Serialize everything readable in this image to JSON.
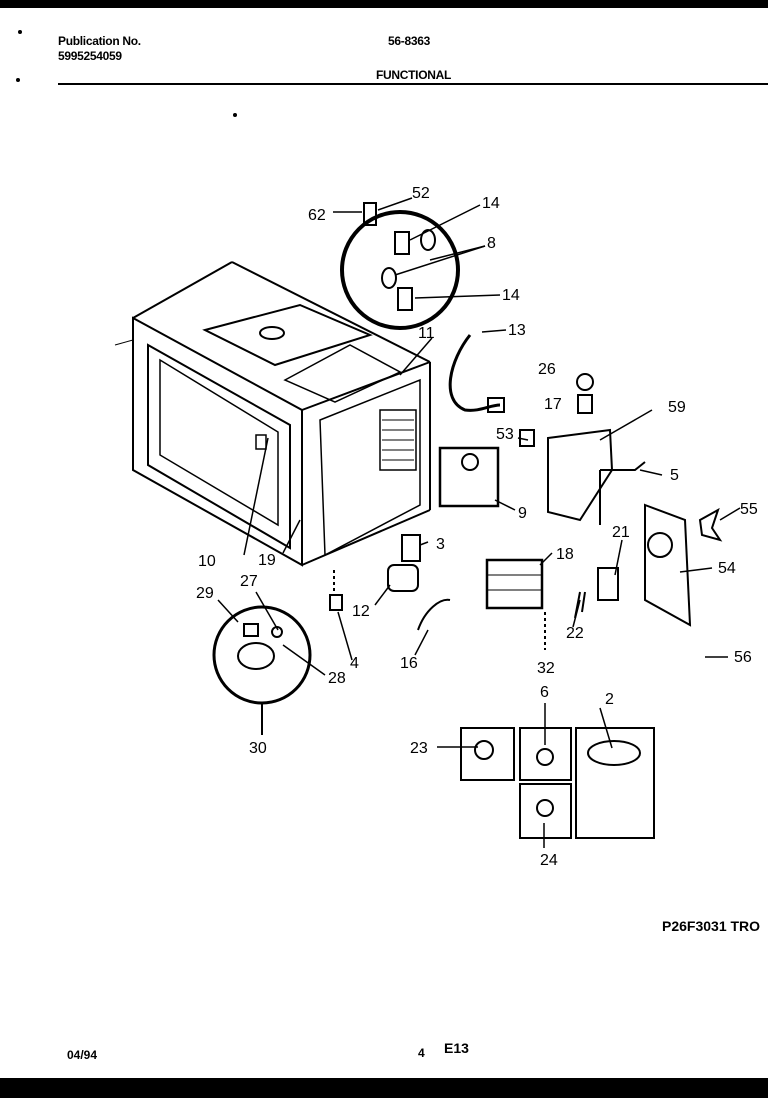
{
  "header": {
    "publication_label": "Publication No.",
    "publication_number": "5995254059",
    "model": "56-8363",
    "section": "FUNCTIONAL"
  },
  "diagram": {
    "part_numbers": [
      "52",
      "62",
      "14",
      "8",
      "14",
      "11",
      "13",
      "26",
      "17",
      "59",
      "53",
      "5",
      "55",
      "9",
      "3",
      "21",
      "18",
      "54",
      "10",
      "19",
      "27",
      "29",
      "12",
      "22",
      "56",
      "4",
      "16",
      "32",
      "28",
      "30",
      "6",
      "2",
      "23",
      "24"
    ]
  },
  "footer": {
    "diagram_code": "P26F3031 TRO",
    "date": "04/94",
    "page": "4",
    "page_code": "E13"
  }
}
